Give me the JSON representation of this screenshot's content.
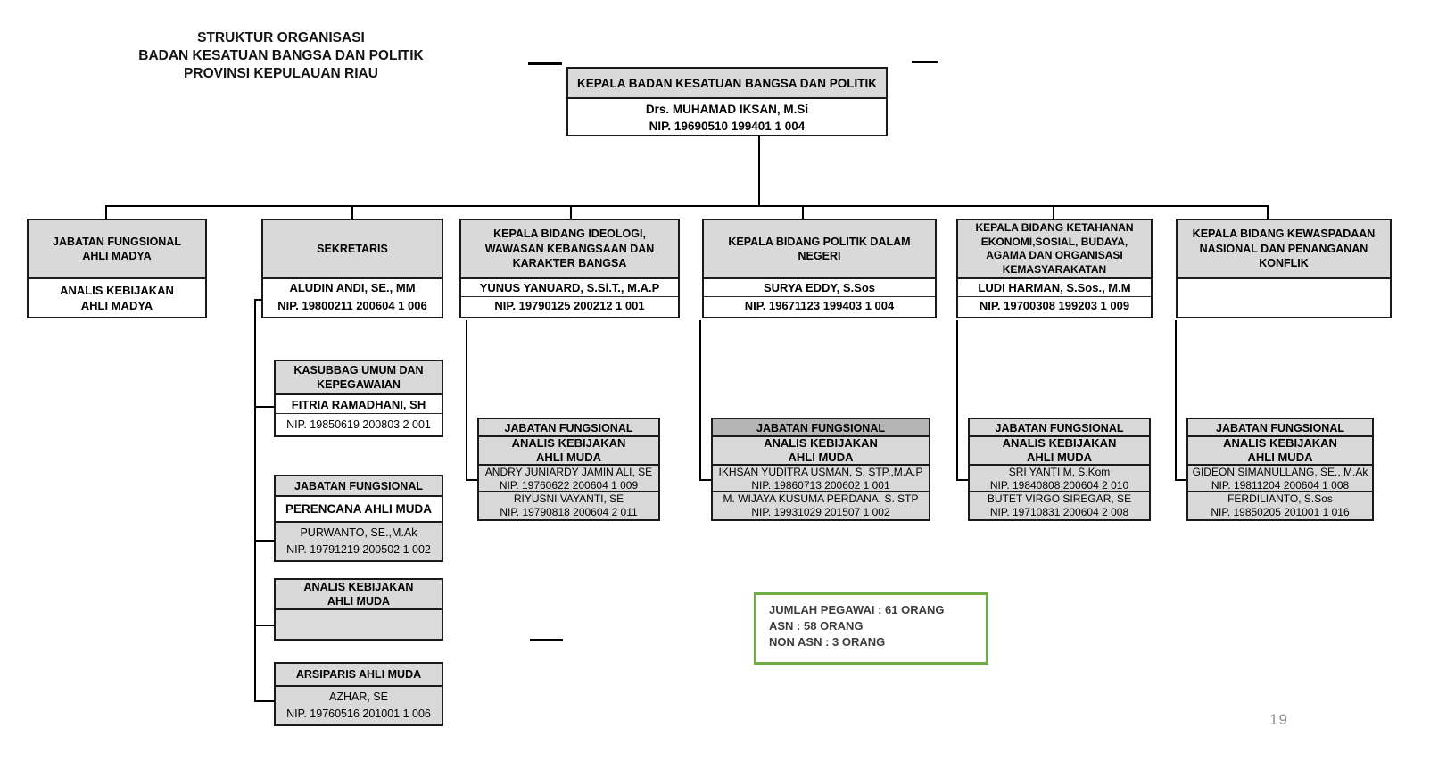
{
  "title": "STRUKTUR ORGANISASI\nBADAN KESATUAN BANGSA DAN POLITIK\nPROVINSI KEPULAUAN RIAU",
  "kepala": {
    "title": "KEPALA BADAN KESATUAN BANGSA DAN POLITIK",
    "name": "Drs. MUHAMAD IKSAN, M.Si",
    "nip": "NIP. 19690510 199401 1 004"
  },
  "fungsional_madya": {
    "title": "JABATAN FUNGSIONAL\nAHLI MADYA",
    "body": "ANALIS KEBIJAKAN\nAHLI MADYA"
  },
  "sekretaris": {
    "title": "SEKRETARIS",
    "name": "ALUDIN ANDI, SE., MM",
    "nip": "NIP. 19800211 200604 1 006"
  },
  "bidang_ideologi": {
    "title": "KEPALA BIDANG IDEOLOGI,\nWAWASAN KEBANGSAAN DAN\nKARAKTER BANGSA",
    "name": "YUNUS YANUARD, S.Si.T., M.A.P",
    "nip": "NIP. 19790125 200212 1 001"
  },
  "bidang_politik": {
    "title": "KEPALA BIDANG POLITIK DALAM\nNEGERI",
    "name": "SURYA EDDY, S.Sos",
    "nip": "NIP. 19671123 199403 1 004"
  },
  "bidang_ketahanan": {
    "title": "KEPALA BIDANG KETAHANAN\nEKONOMI,SOSIAL, BUDAYA,\nAGAMA DAN ORGANISASI\nKEMASYARAKATAN",
    "name": "LUDI HARMAN, S.Sos., M.M",
    "nip": "NIP. 19700308 199203 1 009"
  },
  "bidang_kewaspadaan": {
    "title": "KEPALA BIDANG KEWASPADAAN\nNASIONAL DAN PENANGANAN\nKONFLIK",
    "name": "",
    "nip": ""
  },
  "kasubbag": {
    "title": "KASUBBAG UMUM DAN\nKEPEGAWAIAN",
    "name": "FITRIA RAMADHANI, SH",
    "nip": "NIP. 19850619 200803 2 001"
  },
  "perencana": {
    "header": "JABATAN FUNGSIONAL",
    "subtitle": "PERENCANA AHLI MUDA",
    "name": "PURWANTO, SE.,M.Ak",
    "nip": "NIP. 19791219 200502 1 002"
  },
  "analis_muda_sekretariat": {
    "title": "ANALIS KEBIJAKAN\nAHLI MUDA",
    "body": ""
  },
  "arsiparis": {
    "title": "ARSIPARIS AHLI MUDA",
    "name": "AZHAR, SE",
    "nip": "NIP. 19760516 201001 1 006"
  },
  "jf_ideologi": {
    "header": "JABATAN FUNGSIONAL",
    "subtitle": "ANALIS KEBIJAKAN\nAHLI MUDA",
    "people": [
      {
        "name": "ANDRY JUNIARDY JAMIN ALI, SE",
        "nip": "NIP. 19760622 200604 1 009"
      },
      {
        "name": "RIYUSNI VAYANTI, SE",
        "nip": "NIP. 19790818 200604 2 011"
      }
    ]
  },
  "jf_politik": {
    "header": "JABATAN FUNGSIONAL",
    "subtitle": "ANALIS KEBIJAKAN\nAHLI MUDA",
    "people": [
      {
        "name": "IKHSAN YUDITRA USMAN, S. STP.,M.A.P",
        "nip": "NIP. 19860713 200602 1 001"
      },
      {
        "name": "M. WIJAYA KUSUMA PERDANA, S. STP",
        "nip": "NIP. 19931029 201507 1 002"
      }
    ]
  },
  "jf_ketahanan": {
    "header": "JABATAN FUNGSIONAL",
    "subtitle": "ANALIS KEBIJAKAN\nAHLI MUDA",
    "people": [
      {
        "name": "SRI YANTI M, S.Kom",
        "nip": "NIP. 19840808 200604 2 010"
      },
      {
        "name": "BUTET VIRGO SIREGAR, SE",
        "nip": "NIP. 19710831 200604 2 008"
      }
    ]
  },
  "jf_kewaspadaan": {
    "header": "JABATAN FUNGSIONAL",
    "subtitle": "ANALIS KEBIJAKAN\nAHLI MUDA",
    "people": [
      {
        "name": "GIDEON SIMANULLANG, SE., M.Ak",
        "nip": "NIP. 19811204 200604 1 008"
      },
      {
        "name": "FERDILIANTO, S.Sos",
        "nip": "NIP. 19850205 201001 1 016"
      }
    ]
  },
  "summary": {
    "lines": [
      "JUMLAH PEGAWAI : 61 ORANG",
      "ASN : 58 ORANG",
      "NON ASN : 3 ORANG"
    ]
  },
  "page_number": "19",
  "colors": {
    "box_fill": "#d9d9d9",
    "box_fill_dark": "#b5b5b5",
    "border": "#1a1a1a",
    "summary_border": "#70ad47",
    "page_number": "#8e8e8e"
  }
}
